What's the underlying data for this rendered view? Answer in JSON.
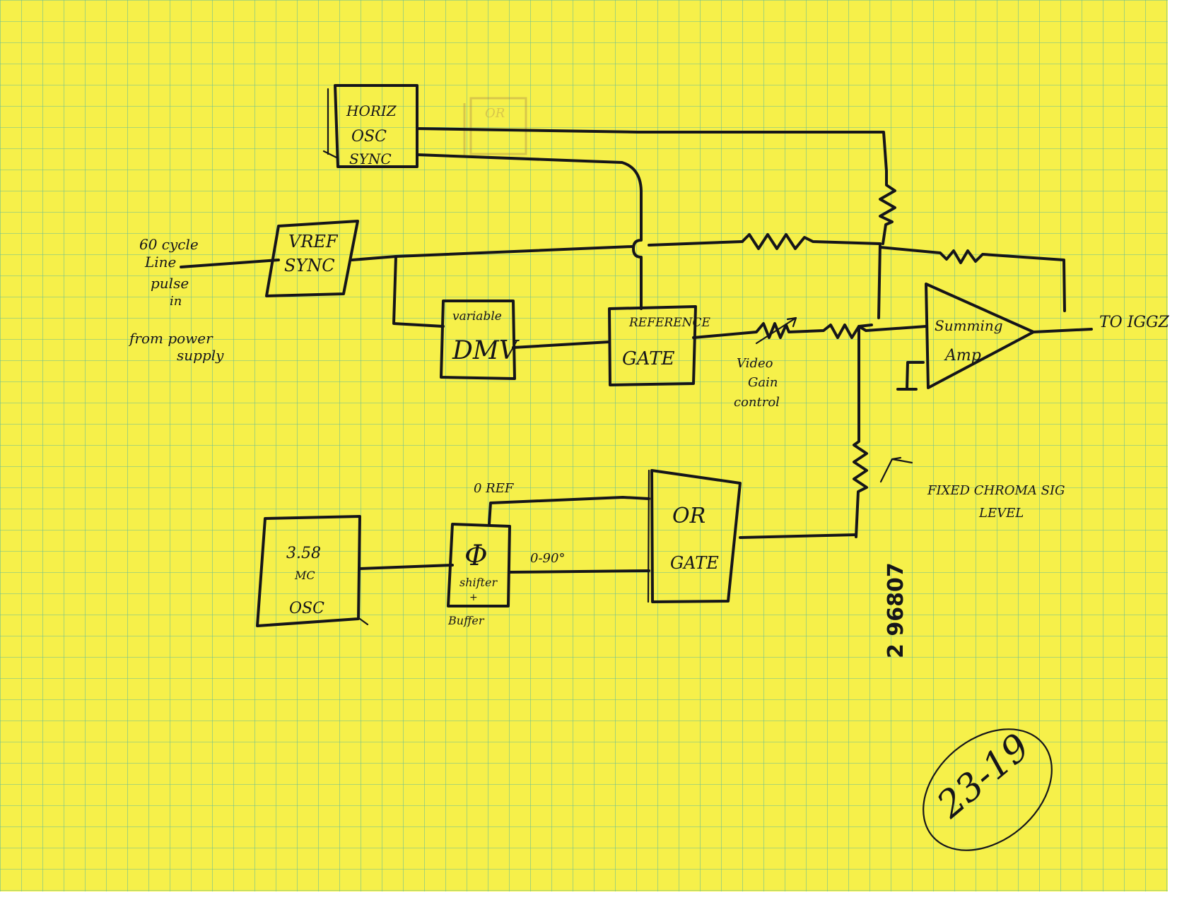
{
  "paper": {
    "color": "#f6f04a",
    "grid_color": "#4bb3a4",
    "ink_color": "#15151a"
  },
  "blocks": {
    "horiz_osc": [
      "HORIZ",
      "OSC",
      "SYNC"
    ],
    "vref_sync": [
      "VREF",
      "SYNC"
    ],
    "variable_dmv": [
      "variable",
      "DMV"
    ],
    "reference_gate": [
      "REFERENCE",
      "GATE"
    ],
    "summing_amp": [
      "Summing",
      "Amp"
    ],
    "osc_358": [
      "3.58",
      "MC",
      "OSC"
    ],
    "phase_shifter": [
      "Φ",
      "shifter",
      "+",
      "Buffer"
    ],
    "or_gate": [
      "OR",
      "GATE"
    ],
    "faded_box": "OR"
  },
  "labels": {
    "line_input": [
      "60 cycle",
      "Line",
      "pulse",
      "in",
      "from power",
      "supply"
    ],
    "video_gain": [
      "Video",
      "Gain",
      "control"
    ],
    "output": "TO IGGZ",
    "zero_ref": "0 REF",
    "phase_range": "0-90°",
    "fixed_chroma": [
      "FIXED CHROMA SIG",
      "LEVEL"
    ],
    "stamp_number": "2 96807",
    "circled_id": "23-19"
  }
}
